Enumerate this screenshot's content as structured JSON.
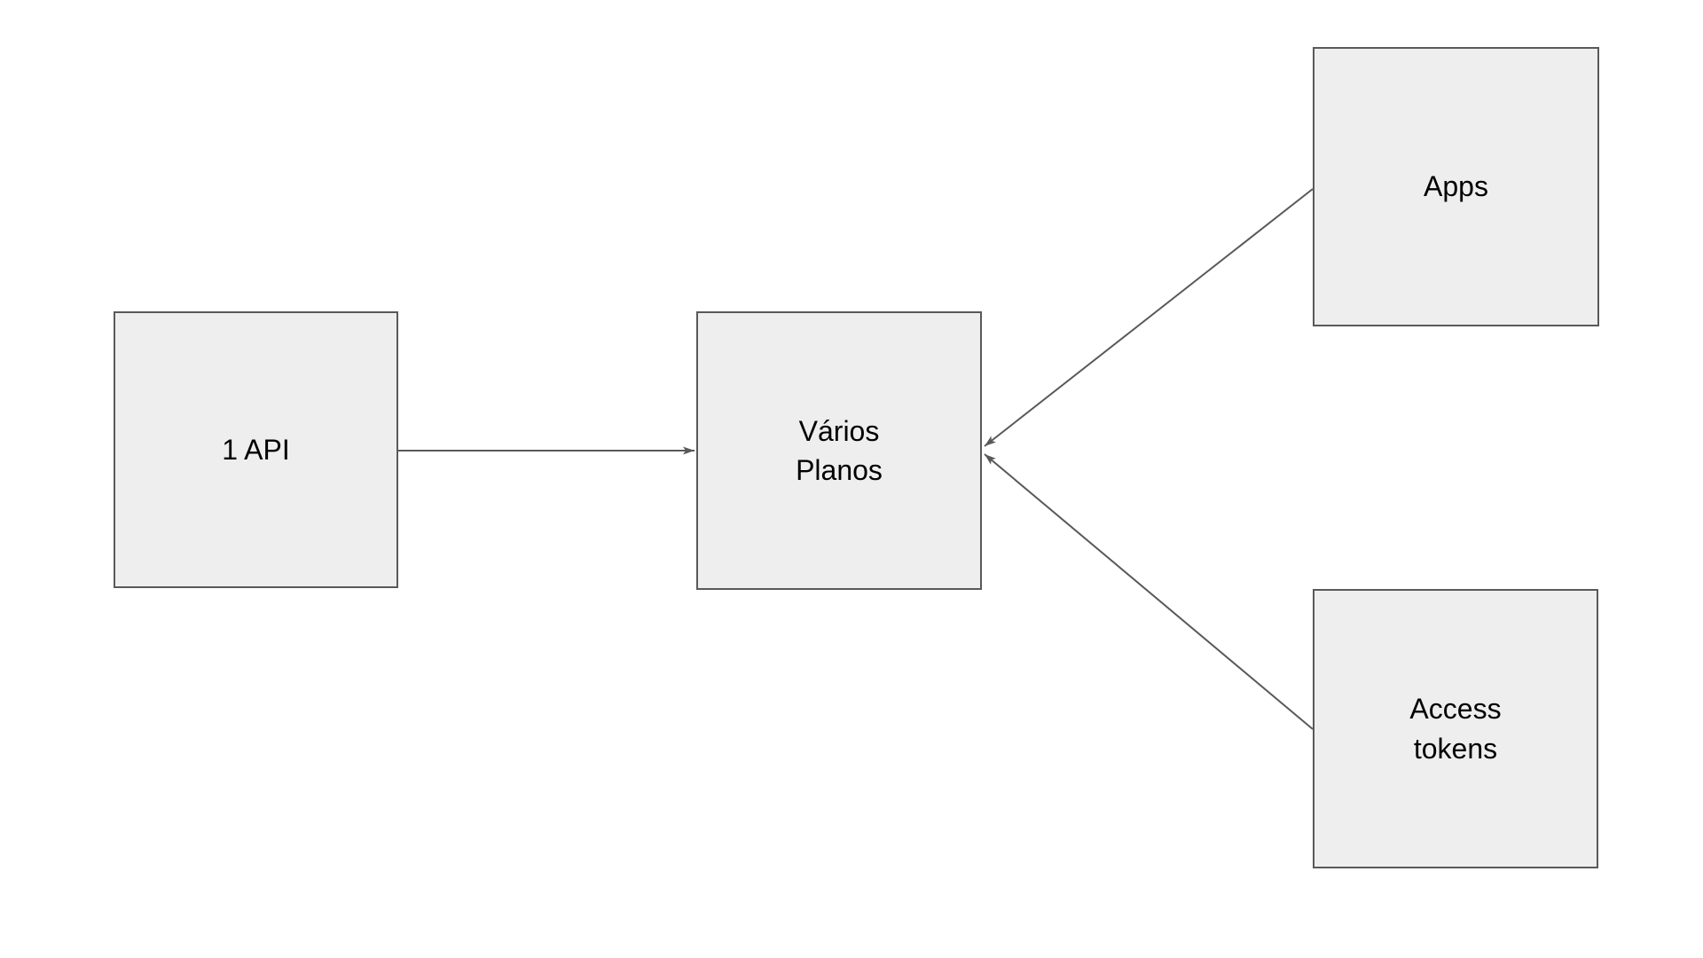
{
  "diagram": {
    "background_color": "#ffffff",
    "node_fill_color": "#eeeeee",
    "node_border_color": "#595959",
    "connector_color": "#595959",
    "label_color": "#000000",
    "nodes": [
      {
        "id": "api",
        "label": "1 API"
      },
      {
        "id": "varios-planos",
        "label": "Vários\nPlanos"
      },
      {
        "id": "apps",
        "label": "Apps"
      },
      {
        "id": "access-tokens",
        "label": "Access\ntokens"
      }
    ],
    "edges": [
      {
        "from": "api",
        "to": "varios-planos"
      },
      {
        "from": "apps",
        "to": "varios-planos"
      },
      {
        "from": "access-tokens",
        "to": "varios-planos"
      }
    ]
  }
}
